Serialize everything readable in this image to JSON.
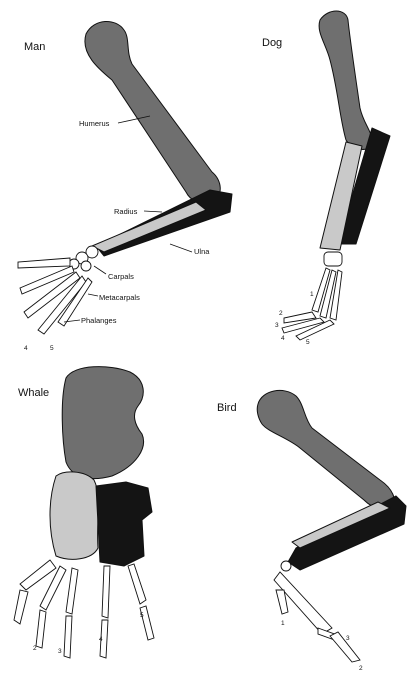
{
  "colors": {
    "humerus": "#6f6f6f",
    "radius": "#c9c9c9",
    "ulna": "#141414",
    "digits": "#ffffff",
    "outline": "#111111"
  },
  "panels": {
    "man": {
      "title": "Man",
      "labels": {
        "humerus": "Humerus",
        "radius": "Radius",
        "ulna": "Ulna",
        "carpals": "Carpals",
        "metacarpals": "Metacarpals",
        "phalanges": "Phalanges"
      },
      "digits": [
        "4",
        "5"
      ]
    },
    "dog": {
      "title": "Dog",
      "digits": [
        "1",
        "2",
        "3",
        "4",
        "5"
      ]
    },
    "whale": {
      "title": "Whale",
      "digits": [
        "2",
        "3",
        "4",
        "5"
      ]
    },
    "bird": {
      "title": "Bird",
      "digits": [
        "1",
        "3",
        "2"
      ]
    }
  }
}
